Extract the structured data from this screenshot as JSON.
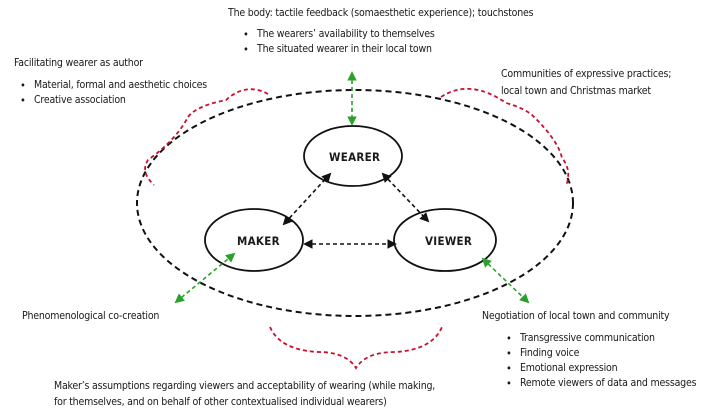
{
  "nodes": {
    "wearer": "WEARER",
    "maker": "MAKER",
    "viewer": "VIEWER"
  },
  "top": {
    "title": "The body: tactile feedback (somaesthetic experience); touchstones",
    "items": [
      "The wearers’ availability to themselves",
      "The situated wearer in their local town"
    ]
  },
  "left": {
    "title": "Facilitating wearer as author",
    "items": [
      "Material, formal and aesthetic choices",
      "Creative association"
    ]
  },
  "right": {
    "line1": "Communities of expressive practices;",
    "line2": "local town and Christmas market"
  },
  "bottom_left": {
    "title": "Phenomenological co-creation"
  },
  "bottom_right": {
    "title": "Negotiation of local town and community",
    "items": [
      "Transgressive communication",
      "Finding voice",
      "Emotional expression",
      "Remote viewers of data and messages"
    ]
  },
  "bottom": {
    "line1": "Maker’s assumptions regarding viewers and acceptability of wearing (while making,",
    "line2": "for themselves, and on behalf of other contextualised individual wearers)"
  },
  "colors": {
    "black": "#111111",
    "green": "#2aa12a",
    "red": "#c8102e"
  }
}
